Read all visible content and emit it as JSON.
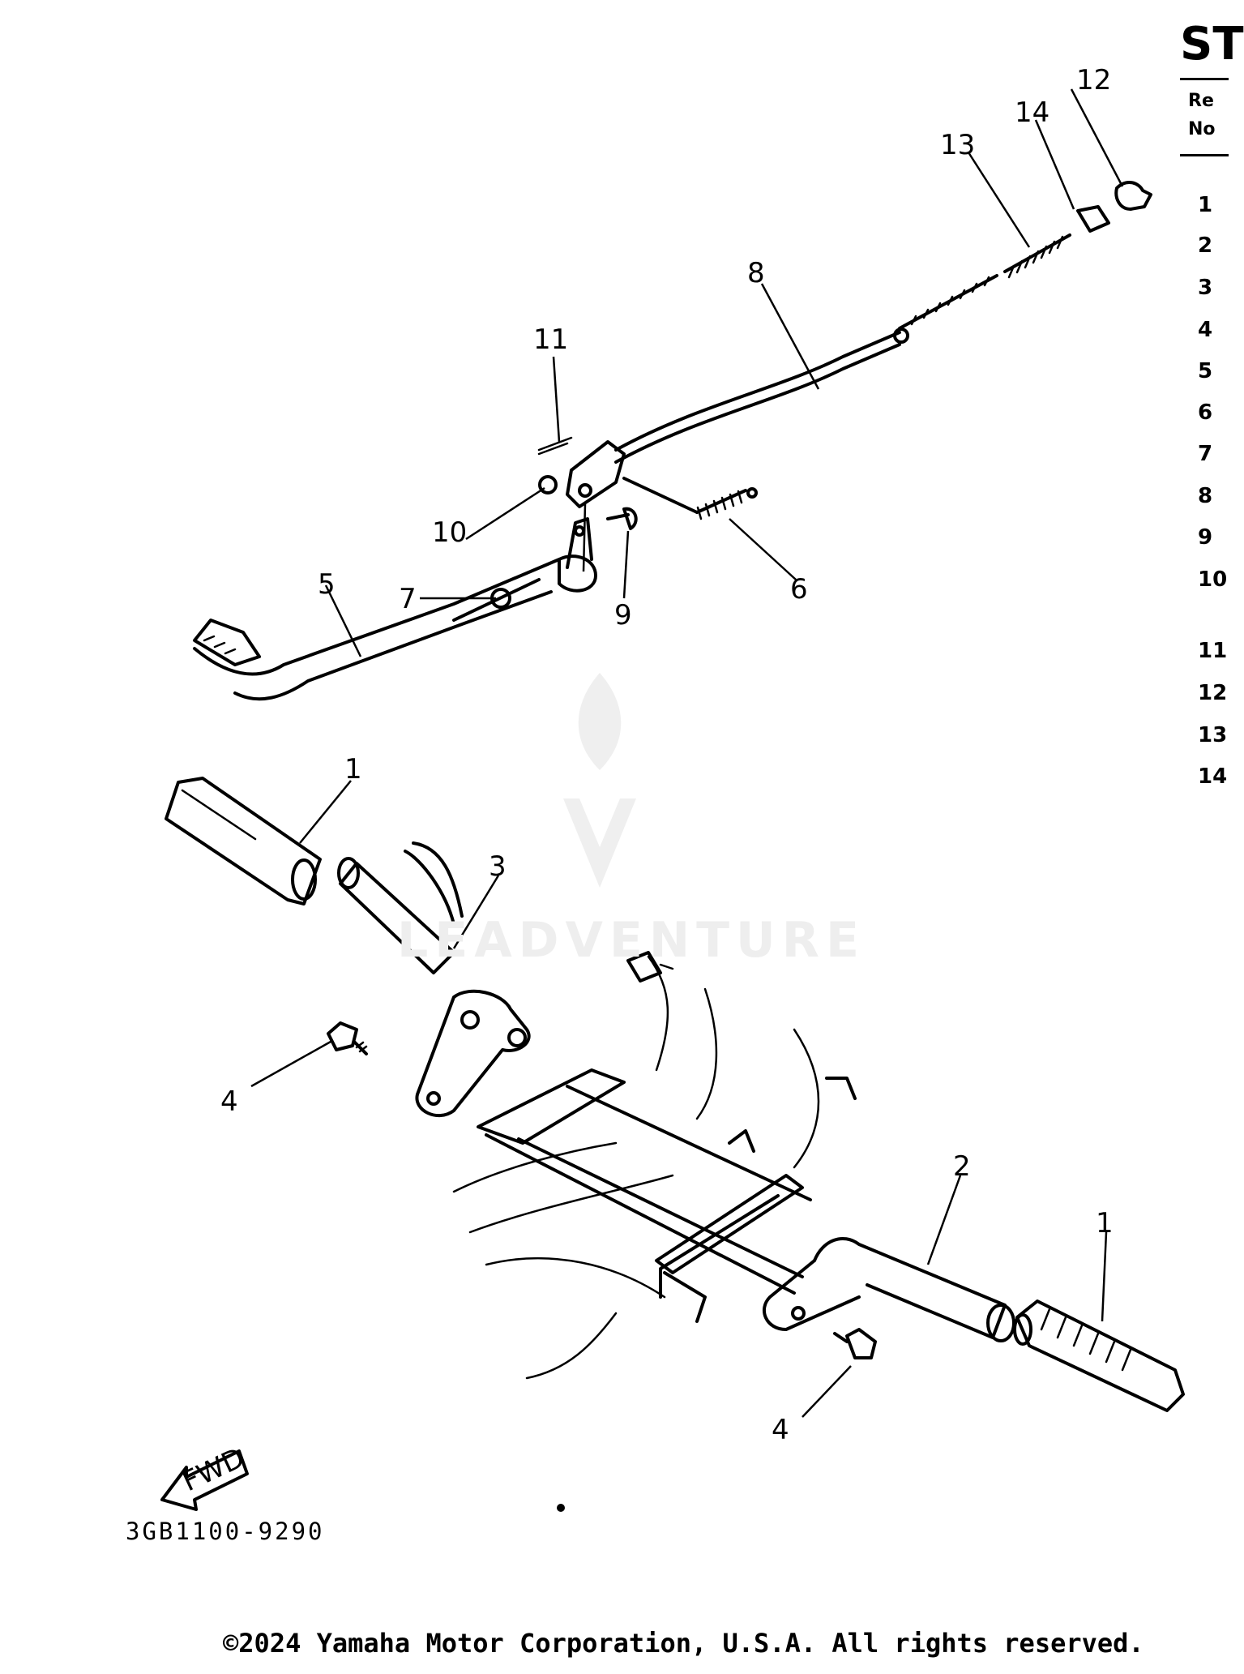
{
  "header": {
    "title_fragment": "ST",
    "column_heading_line1": "Re",
    "column_heading_line2": "No"
  },
  "reference_numbers": [
    "1",
    "2",
    "3",
    "4",
    "5",
    "6",
    "7",
    "8",
    "9",
    "10",
    "11",
    "12",
    "13",
    "14"
  ],
  "callouts": {
    "c1a": "1",
    "c1b": "1",
    "c2": "2",
    "c3": "3",
    "c4a": "4",
    "c4b": "4",
    "c5": "5",
    "c6": "6",
    "c7": "7",
    "c8": "8",
    "c9": "9",
    "c10": "10",
    "c11": "11",
    "c12": "12",
    "c13": "13",
    "c14": "14"
  },
  "fwd_label": "FWD",
  "diagram_code": "3GB1100-9290",
  "watermark_text": "LEADVENTURE",
  "copyright": "©2024 Yamaha Motor Corporation, U.S.A. All rights reserved."
}
